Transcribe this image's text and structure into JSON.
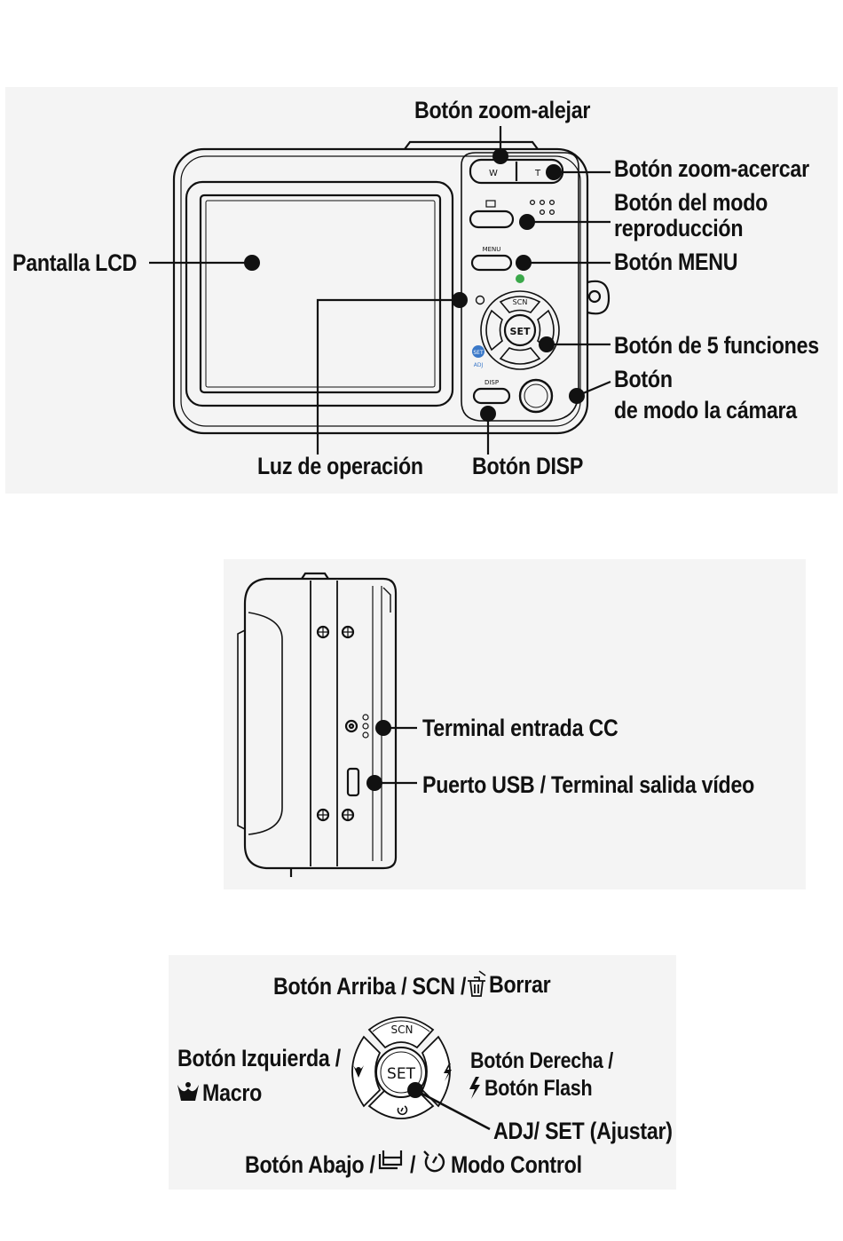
{
  "back_view": {
    "labels": {
      "zoom_out": "Botón zoom-alejar",
      "zoom_in": "Botón zoom-acercar",
      "playback_line1": "Botón del modo",
      "playback_line2": "reproducción",
      "menu": "Botón MENU",
      "lcd": "Pantalla LCD",
      "five_func": "Botón de 5 funciones",
      "camera_mode_line1": "Botón",
      "camera_mode_line2": "de modo la cámara",
      "operation_light": "Luz de operación",
      "disp": "Botón DISP"
    },
    "camera_marks": {
      "w": "W",
      "t": "T",
      "menu": "MENU",
      "scn": "SCN",
      "set": "SET",
      "disp": "DISP",
      "set_badge": "SET",
      "adj": "ADJ"
    }
  },
  "side_view": {
    "labels": {
      "dc_in": "Terminal entrada CC",
      "usb": "Puerto USB / Terminal salida vídeo"
    }
  },
  "dpad_view": {
    "labels": {
      "up": "Botón Arriba / SCN /",
      "up_suffix": "Borrar",
      "left_line1": "Botón Izquierda /",
      "left_line2": "Macro",
      "right_line1": "Botón Derecha /",
      "right_line2": "Botón Flash",
      "adj_set": "ADJ/ SET (Ajustar)",
      "down_prefix": "Botón Abajo /",
      "down_mid": "/",
      "down_suffix": "Modo Control"
    },
    "button_marks": {
      "scn": "SCN",
      "set": "SET"
    }
  }
}
